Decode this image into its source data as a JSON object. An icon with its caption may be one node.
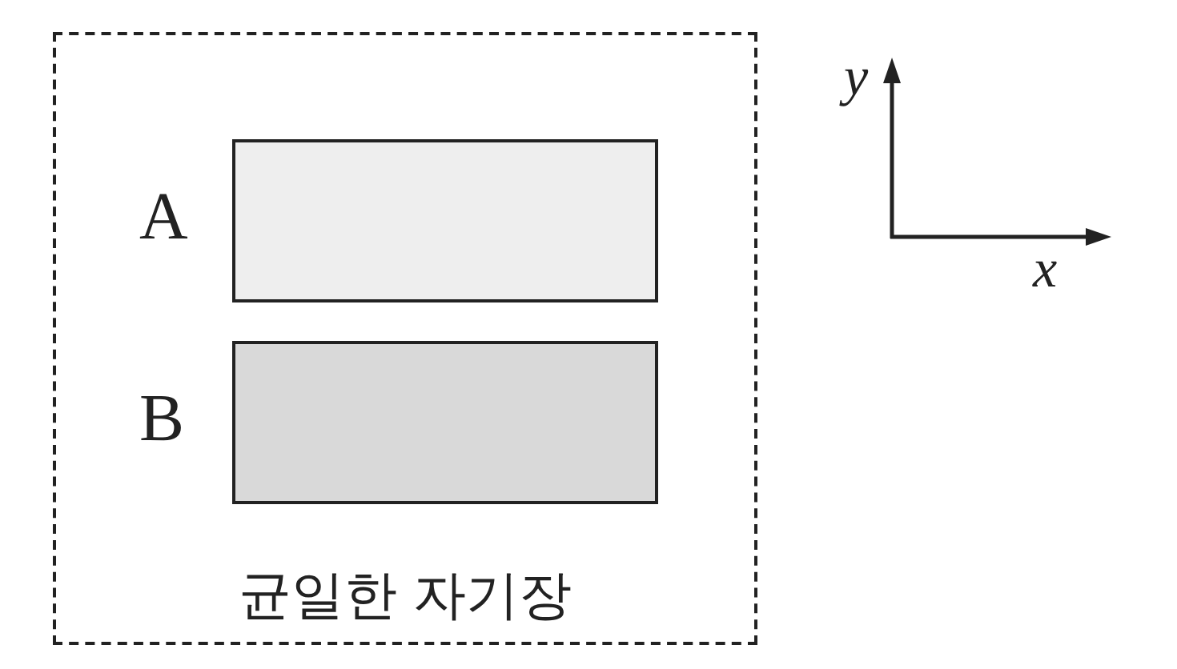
{
  "diagram": {
    "nodes": [
      {
        "text": [
          "균일한 자기장"
        ]
      },
      {
        "text": [],
        "shape": "box",
        "in": 0,
        "beside": [
          "A"
        ]
      },
      {
        "text": [],
        "shape": "box",
        "in": 0,
        "beside": [
          "B"
        ]
      }
    ],
    "labels": [
      "y",
      "x"
    ]
  }
}
